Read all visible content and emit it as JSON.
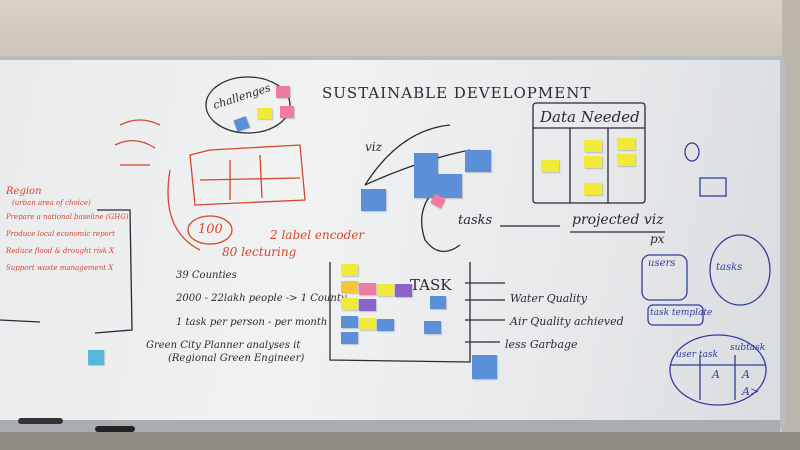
{
  "scene": "whiteboard",
  "title": "SUSTAINABLE DEVELOPMENT",
  "challenges_label": "challenges",
  "data_needed": "Data Needed",
  "viz_label": "viz",
  "tasks_label": "tasks",
  "projected_viz": "projected viz",
  "px_label": "px",
  "label_encoder": "2 label encoder",
  "hundred": "100",
  "eighty": "80 lecturing",
  "task_box_label": "TASK",
  "outcomes": [
    "Water Quality",
    "Air Quality achieved",
    "less Garbage"
  ],
  "flow": [
    "39 Counties",
    "2000 - 22lakh people -> 1 County",
    "1 task per person - per month",
    "Green City Planner analyses it",
    "(Regional Green Engineer)"
  ],
  "left_list": [
    "Region",
    "(urban area of choice)",
    "Prepare a national baseline (GHG)",
    "Produce local economic report",
    "Reduce flood & drought risk X",
    "Support waste management X"
  ],
  "right_diagram": {
    "users": "users",
    "tasks": "tasks",
    "task_template": "task template",
    "user_task": "user task",
    "subtask": "subtask",
    "cells": [
      "A",
      "A",
      "A>"
    ]
  },
  "colors": {
    "red_marker": "#d4472e",
    "black_marker": "#2a2a33",
    "blue_marker": "#2f3f9c",
    "sticky_yellow": "#f1ea3a",
    "sticky_pink": "#f27aa0",
    "sticky_blue": "#5b8fd8",
    "sticky_purple": "#8c63c6"
  }
}
